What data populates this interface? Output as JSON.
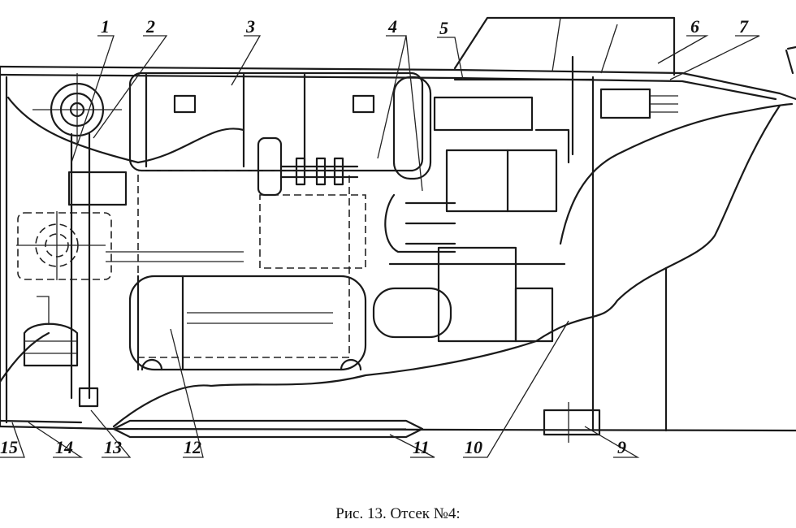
{
  "caption": "Рис. 13. Отсек №4:",
  "labels": [
    "1",
    "2",
    "3",
    "4",
    "5",
    "6",
    "7",
    "9",
    "10",
    "11",
    "12",
    "13",
    "14",
    "15"
  ]
}
